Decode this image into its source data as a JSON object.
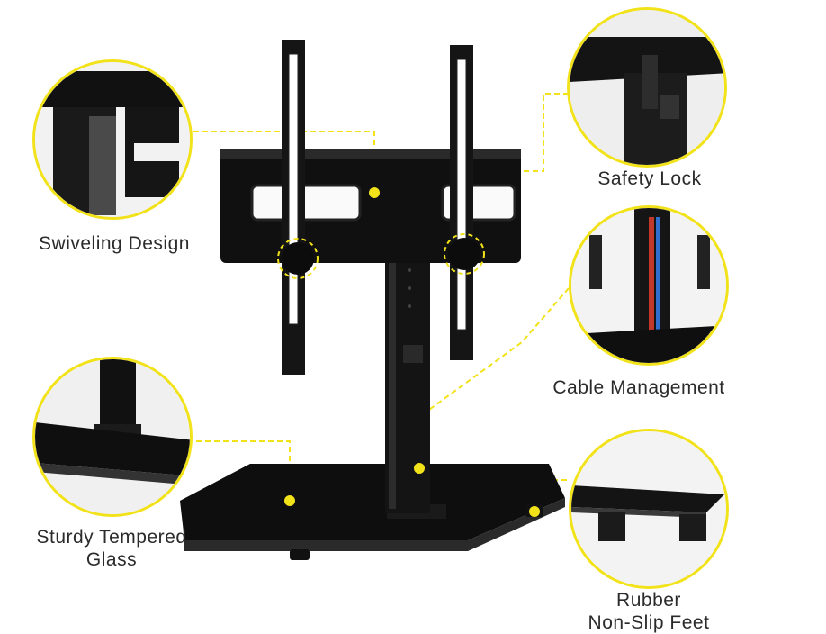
{
  "features": {
    "swivel": "Swiveling Design",
    "safety_lock": "Safety Lock",
    "cable": "Cable Management",
    "glass_line1": "Sturdy Tempered",
    "glass_line2": "Glass",
    "feet_line1": "Rubber",
    "feet_line2": "Non-Slip Feet"
  },
  "colors": {
    "accent": "#f2e21a",
    "product": "#111111",
    "text": "#2b2b2b"
  },
  "icons": [
    "zoom-callout-circle",
    "dashed-leader-line",
    "marker-dot"
  ]
}
